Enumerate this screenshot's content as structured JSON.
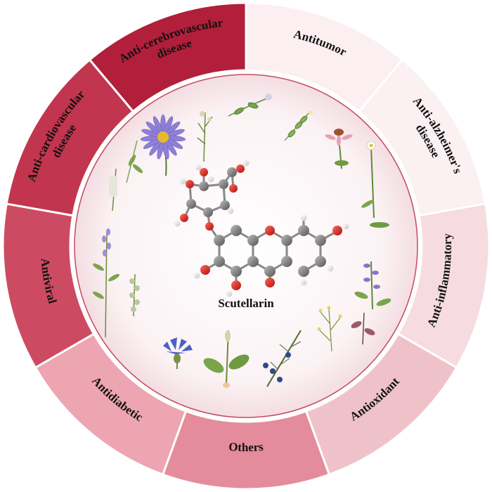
{
  "center": {
    "title": "Scutellarin"
  },
  "segments": [
    {
      "lines": [
        "Antitumor"
      ],
      "color": "#fbeff1",
      "text_color": "#111111"
    },
    {
      "lines": [
        "Anti-alzheimer's",
        "disease"
      ],
      "color": "#fbf0f2",
      "text_color": "#111111"
    },
    {
      "lines": [
        "Anti-inflammatory"
      ],
      "color": "#f6dbe0",
      "text_color": "#111111"
    },
    {
      "lines": [
        "Antioxidant"
      ],
      "color": "#efc2ca",
      "text_color": "#111111"
    },
    {
      "lines": [
        "Others"
      ],
      "color": "#e48c9b",
      "text_color": "#111111"
    },
    {
      "lines": [
        "Antidiabetic"
      ],
      "color": "#eca5b1",
      "text_color": "#111111"
    },
    {
      "lines": [
        "Antiviral"
      ],
      "color": "#cc4b62",
      "text_color": "#111111"
    },
    {
      "lines": [
        "Anti-cardiovascular",
        "disease"
      ],
      "color": "#c2354e",
      "text_color": "#111111"
    },
    {
      "lines": [
        "Anti-cerebrovascular",
        "disease"
      ],
      "color": "#b11f3b",
      "text_color": "#111111"
    }
  ],
  "colors": {
    "inner_fill": "#fbf4f6",
    "divider": "#ffffff",
    "ring_edge": "#c44b60"
  }
}
